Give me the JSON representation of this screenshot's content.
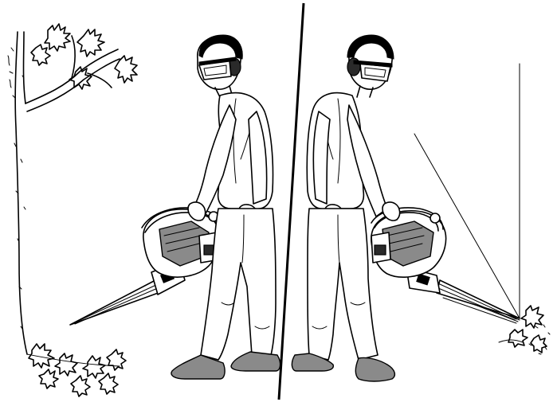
{
  "figure": {
    "panels": [
      {
        "scene": "operator-blowing-under-tree"
      },
      {
        "scene": "operator-blowing-at-wall-corner"
      }
    ],
    "colors": {
      "line": "#000000",
      "background": "#ffffff",
      "engine_shade": "#8a8a8a",
      "boot_shade": "#8a8a8a"
    },
    "icons": [
      "tree",
      "leaf-blower",
      "operator",
      "ear-protection",
      "safety-goggles",
      "wall",
      "leaves-debris"
    ]
  }
}
